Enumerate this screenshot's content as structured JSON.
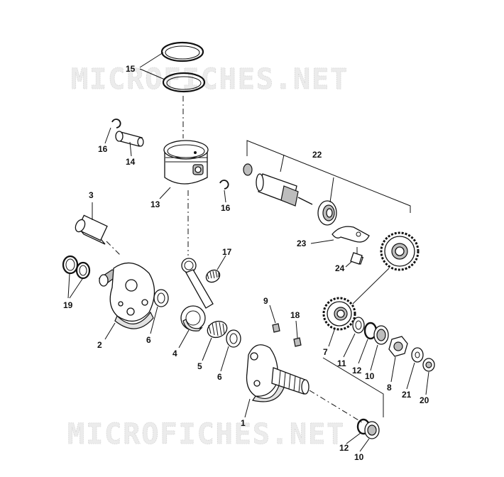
{
  "watermark": {
    "top": "MICROFICHES.NET",
    "bottom": "MICROFICHES.NET"
  },
  "callouts": {
    "c1": "1",
    "c2": "2",
    "c3": "3",
    "c4": "4",
    "c5": "5",
    "c6a": "6",
    "c6b": "6",
    "c7": "7",
    "c8": "8",
    "c9": "9",
    "c10a": "10",
    "c10b": "10",
    "c11": "11",
    "c12a": "12",
    "c12b": "12",
    "c13": "13",
    "c14": "14",
    "c15": "15",
    "c16a": "16",
    "c16b": "16",
    "c17": "17",
    "c18": "18",
    "c19": "19",
    "c20": "20",
    "c21": "21",
    "c22": "22",
    "c23": "23",
    "c24": "24"
  },
  "colors": {
    "ink": "#111111",
    "watermark_fill": "#ececec",
    "watermark_stroke": "#d8d8d8",
    "background": "#ffffff"
  }
}
